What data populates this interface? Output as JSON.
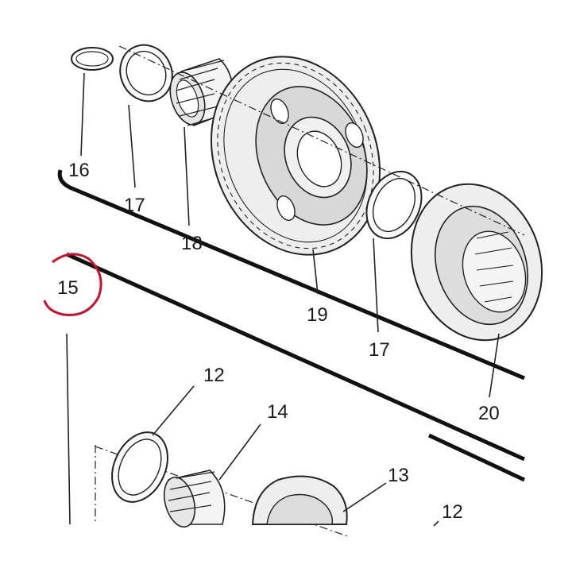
{
  "diagram": {
    "highlight_color": "#c8102e",
    "line_color": "#111111",
    "callouts": [
      {
        "id": "c16",
        "label": "16"
      },
      {
        "id": "c17a",
        "label": "17"
      },
      {
        "id": "c18",
        "label": "18"
      },
      {
        "id": "c19",
        "label": "19"
      },
      {
        "id": "c17b",
        "label": "17"
      },
      {
        "id": "c20",
        "label": "20"
      },
      {
        "id": "c15",
        "label": "15"
      },
      {
        "id": "c12a",
        "label": "12"
      },
      {
        "id": "c14",
        "label": "14"
      },
      {
        "id": "c13",
        "label": "13"
      },
      {
        "id": "c12b",
        "label": "12"
      }
    ]
  }
}
